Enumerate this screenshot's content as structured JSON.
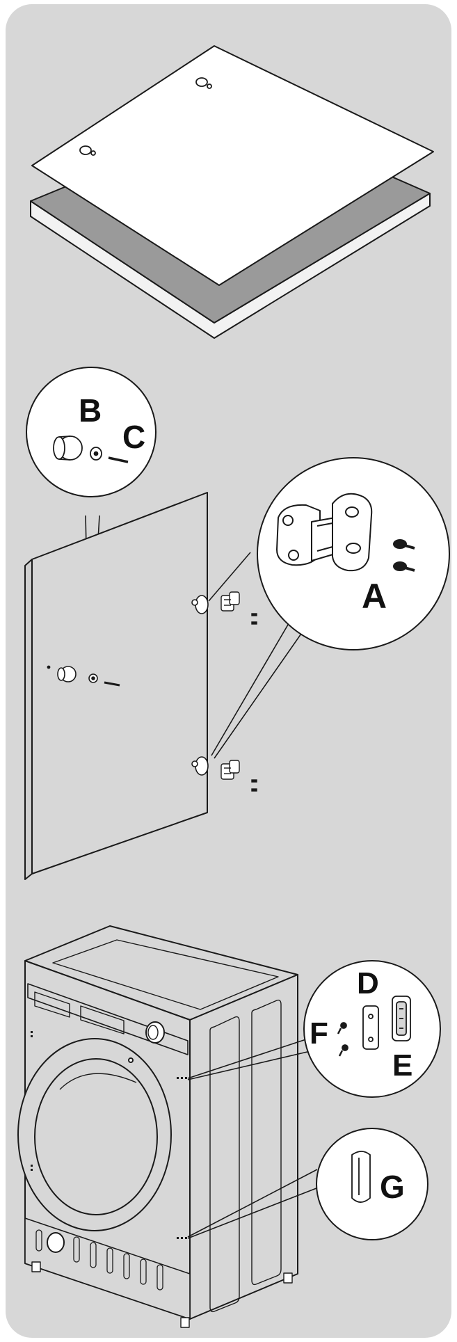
{
  "labels": {
    "A": "A",
    "B": "B",
    "C": "C",
    "D": "D",
    "E": "E",
    "F": "F",
    "G": "G"
  },
  "colors": {
    "panel_bg": "#d7d7d7",
    "line": "#1a1a1a",
    "paper": "#ffffff",
    "board_face": "#9a9a9a",
    "board_edge": "#f2f2f2",
    "door_fill": "#d7d7d7"
  }
}
